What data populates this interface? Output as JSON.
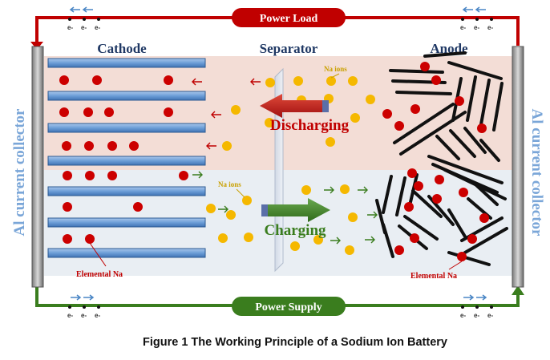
{
  "labels": {
    "power_load": "Power Load",
    "power_supply": "Power Supply",
    "cathode": "Cathode",
    "separator": "Separator",
    "anode": "Anode",
    "collector_left": "Al current collector",
    "collector_right": "Al current collector",
    "na_ions_top": "Na ions",
    "na_ions_bottom": "Na ions",
    "discharging": "Discharging",
    "charging": "Charging",
    "elemental_na_left": "Elemental Na",
    "elemental_na_right": "Elemental Na",
    "electron": "e-",
    "caption": "Figure 1 The Working Principle of a Sodium Ion Battery"
  },
  "colors": {
    "red_wire": "#c00000",
    "green_wire": "#3a7d1e",
    "cathode_plate": "#6d9ed7",
    "na_atom": "#cc0000",
    "na_ion": "#f5b800",
    "zone_discharge": "#f3ddd6",
    "zone_charge": "#e9eef3",
    "collector_text": "#7aa6d8",
    "electron_arrow": "#4a86c5"
  }
}
